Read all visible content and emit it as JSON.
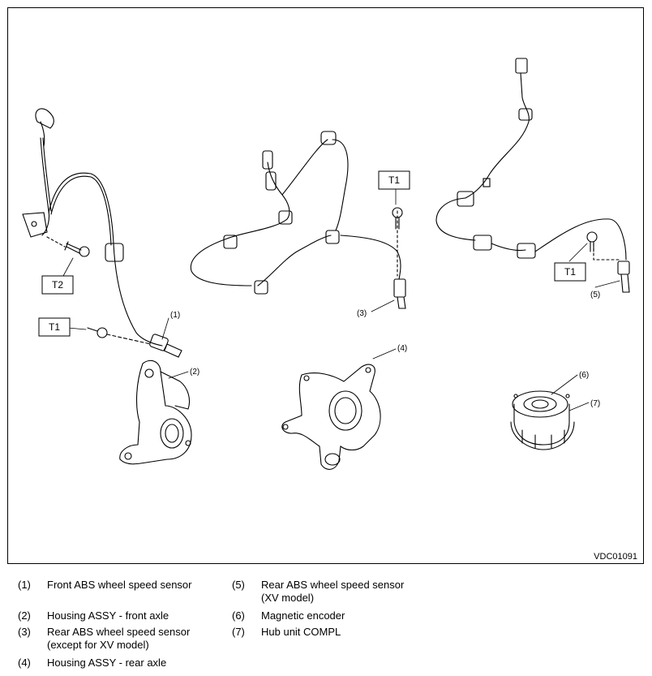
{
  "diagram": {
    "code": "VDC01091",
    "torque_labels": [
      "T2",
      "T1",
      "T1",
      "T1"
    ],
    "callouts": [
      "(1)",
      "(2)",
      "(3)",
      "(4)",
      "(5)",
      "(6)",
      "(7)"
    ]
  },
  "legend": [
    {
      "num": "(1)",
      "text": "Front ABS wheel speed sensor"
    },
    {
      "num": "(2)",
      "text": "Housing ASSY - front axle"
    },
    {
      "num": "(3)",
      "text": "Rear ABS wheel speed sensor\n(except for XV model)"
    },
    {
      "num": "(4)",
      "text": "Housing ASSY - rear axle"
    },
    {
      "num": "(5)",
      "text": "Rear ABS wheel speed sensor\n(XV model)"
    },
    {
      "num": "(6)",
      "text": "Magnetic encoder"
    },
    {
      "num": "(7)",
      "text": "Hub unit COMPL"
    }
  ]
}
